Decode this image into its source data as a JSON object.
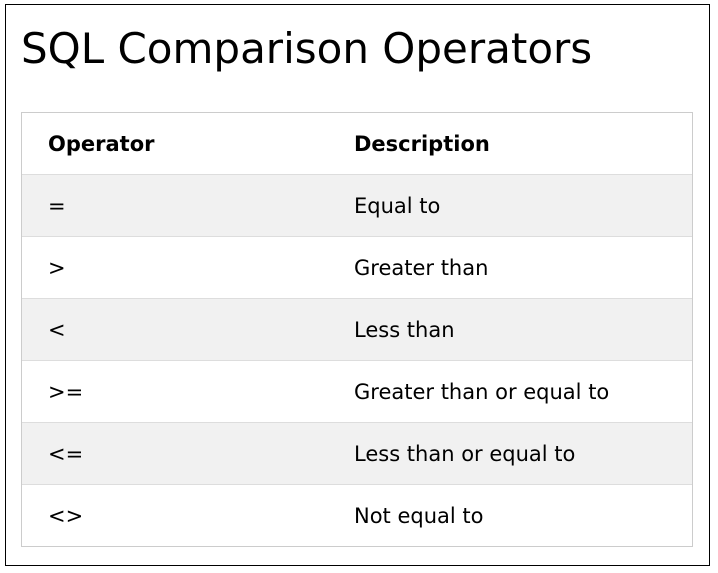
{
  "title": "SQL Comparison Operators",
  "table": {
    "headers": [
      "Operator",
      "Description"
    ],
    "rows": [
      {
        "operator": "=",
        "description": "Equal to"
      },
      {
        "operator": ">",
        "description": "Greater than"
      },
      {
        "operator": "<",
        "description": "Less than"
      },
      {
        "operator": ">=",
        "description": "Greater than or equal to"
      },
      {
        "operator": "<=",
        "description": "Less than or equal to"
      },
      {
        "operator": "<>",
        "description": "Not equal to"
      }
    ]
  },
  "colors": {
    "text": "#000000",
    "shaded_row": "#f1f1f1",
    "border": "#dddddd"
  }
}
